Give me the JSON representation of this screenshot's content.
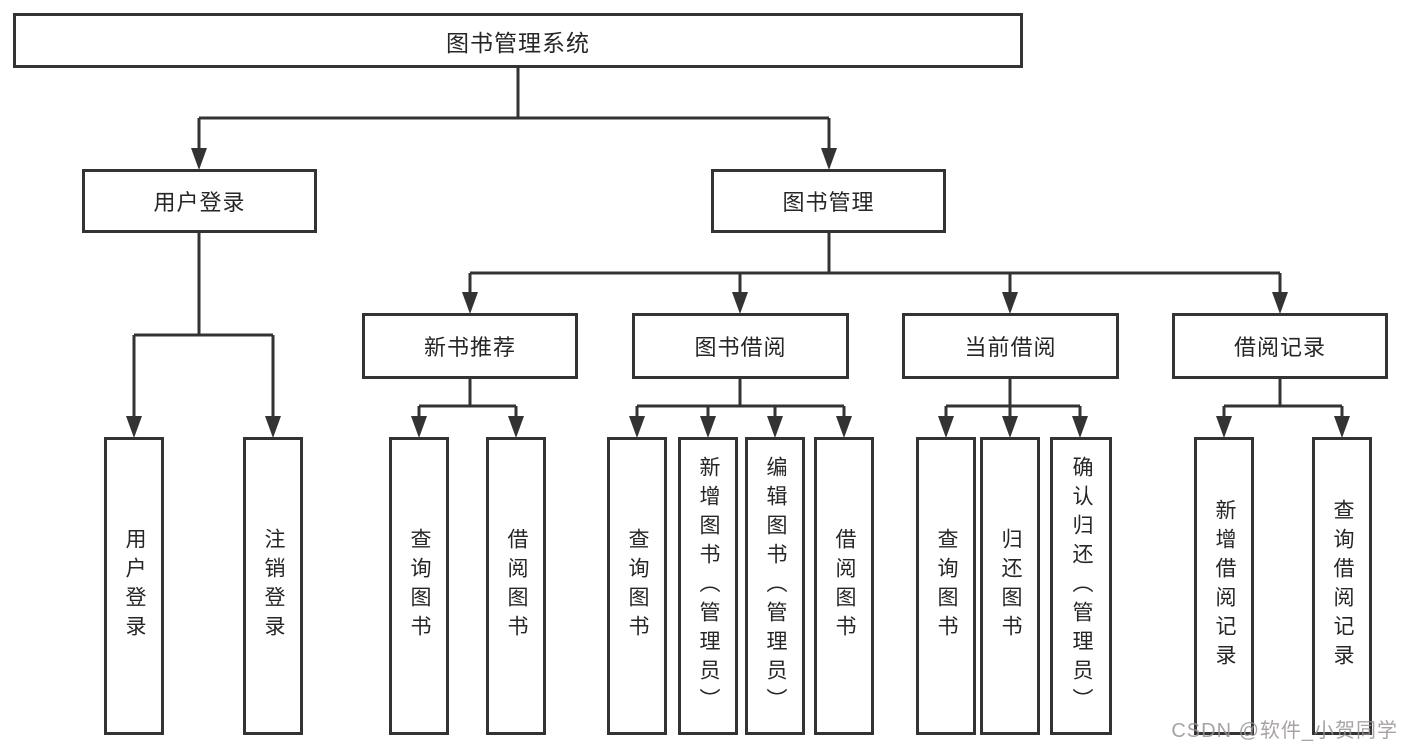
{
  "diagram": {
    "root": "图书管理系统",
    "branches": [
      {
        "label": "用户登录",
        "children": [
          "用户登录",
          "注销登录"
        ]
      },
      {
        "label": "图书管理",
        "modules": [
          {
            "label": "新书推荐",
            "children": [
              "查询图书",
              "借阅图书"
            ]
          },
          {
            "label": "图书借阅",
            "children": [
              "查询图书",
              "新增图书（管理员）",
              "编辑图书（管理员）",
              "借阅图书"
            ]
          },
          {
            "label": "当前借阅",
            "children": [
              "查询图书",
              "归还图书",
              "确认归还（管理员）"
            ]
          },
          {
            "label": "借阅记录",
            "children": [
              "新增借阅记录",
              "查询借阅记录"
            ]
          }
        ]
      }
    ]
  },
  "watermark": "CSDN @软件_小贺同学",
  "colors": {
    "line": "#333333",
    "box_border": "#333333",
    "text": "#262626",
    "background": "#ffffff",
    "watermark": "#999393"
  }
}
